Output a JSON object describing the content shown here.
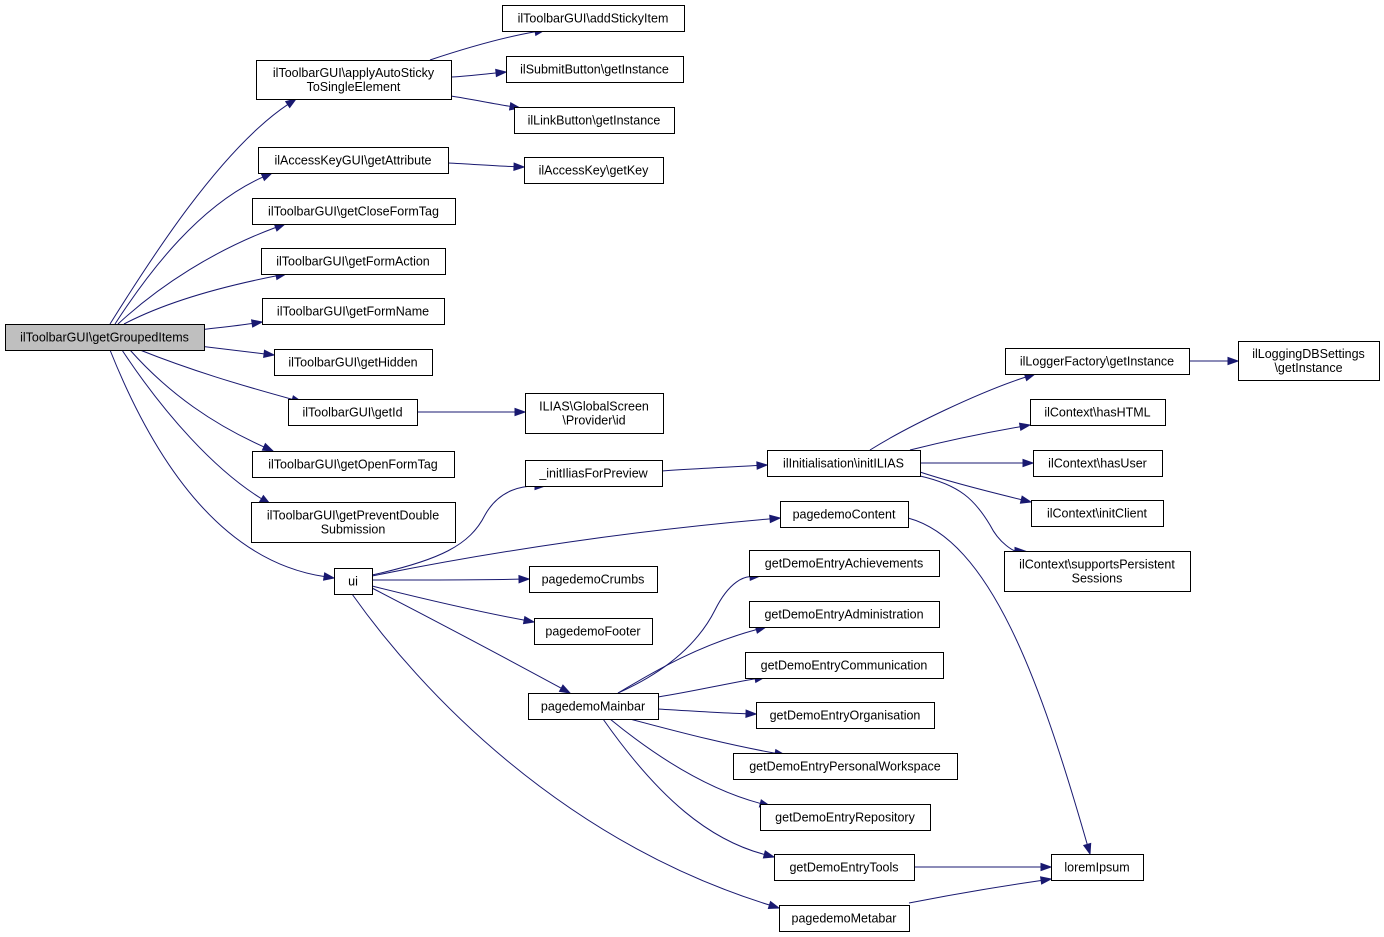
{
  "graph": {
    "nodes": [
      {
        "id": "root",
        "lines": [
          "ilToolbarGUI\\getGroupedItems"
        ]
      },
      {
        "id": "applyAutoSticky",
        "lines": [
          "ilToolbarGUI\\applyAutoSticky",
          "ToSingleElement"
        ]
      },
      {
        "id": "addStickyItem",
        "lines": [
          "ilToolbarGUI\\addStickyItem"
        ]
      },
      {
        "id": "submitButtonGetInstance",
        "lines": [
          "ilSubmitButton\\getInstance"
        ]
      },
      {
        "id": "linkButtonGetInstance",
        "lines": [
          "ilLinkButton\\getInstance"
        ]
      },
      {
        "id": "accessKeyGUIGetAttribute",
        "lines": [
          "ilAccessKeyGUI\\getAttribute"
        ]
      },
      {
        "id": "accessKeyGetKey",
        "lines": [
          "ilAccessKey\\getKey"
        ]
      },
      {
        "id": "getCloseFormTag",
        "lines": [
          "ilToolbarGUI\\getCloseFormTag"
        ]
      },
      {
        "id": "getFormAction",
        "lines": [
          "ilToolbarGUI\\getFormAction"
        ]
      },
      {
        "id": "getFormName",
        "lines": [
          "ilToolbarGUI\\getFormName"
        ]
      },
      {
        "id": "getHidden",
        "lines": [
          "ilToolbarGUI\\getHidden"
        ]
      },
      {
        "id": "getId",
        "lines": [
          "ilToolbarGUI\\getId"
        ]
      },
      {
        "id": "providerId",
        "lines": [
          "ILIAS\\GlobalScreen",
          "\\Provider\\id"
        ]
      },
      {
        "id": "getOpenFormTag",
        "lines": [
          "ilToolbarGUI\\getOpenFormTag"
        ]
      },
      {
        "id": "getPreventDouble",
        "lines": [
          "ilToolbarGUI\\getPreventDouble",
          "Submission"
        ]
      },
      {
        "id": "ui",
        "lines": [
          "ui"
        ]
      },
      {
        "id": "initIlias",
        "lines": [
          "_initIliasForPreview"
        ]
      },
      {
        "id": "initILIAS",
        "lines": [
          "ilInitialisation\\initILIAS"
        ]
      },
      {
        "id": "loggerFactory",
        "lines": [
          "ilLoggerFactory\\getInstance"
        ]
      },
      {
        "id": "loggingDB",
        "lines": [
          "ilLoggingDBSettings",
          "\\getInstance"
        ]
      },
      {
        "id": "hasHTML",
        "lines": [
          "ilContext\\hasHTML"
        ]
      },
      {
        "id": "hasUser",
        "lines": [
          "ilContext\\hasUser"
        ]
      },
      {
        "id": "initClient",
        "lines": [
          "ilContext\\initClient"
        ]
      },
      {
        "id": "supportsPersistent",
        "lines": [
          "ilContext\\supportsPersistent",
          "Sessions"
        ]
      },
      {
        "id": "pagedemoContent",
        "lines": [
          "pagedemoContent"
        ]
      },
      {
        "id": "pagedemoCrumbs",
        "lines": [
          "pagedemoCrumbs"
        ]
      },
      {
        "id": "pagedemoFooter",
        "lines": [
          "pagedemoFooter"
        ]
      },
      {
        "id": "pagedemoMainbar",
        "lines": [
          "pagedemoMainbar"
        ]
      },
      {
        "id": "achievements",
        "lines": [
          "getDemoEntryAchievements"
        ]
      },
      {
        "id": "administration",
        "lines": [
          "getDemoEntryAdministration"
        ]
      },
      {
        "id": "communication",
        "lines": [
          "getDemoEntryCommunication"
        ]
      },
      {
        "id": "organisation",
        "lines": [
          "getDemoEntryOrganisation"
        ]
      },
      {
        "id": "personalWorkspace",
        "lines": [
          "getDemoEntryPersonalWorkspace"
        ]
      },
      {
        "id": "repository",
        "lines": [
          "getDemoEntryRepository"
        ]
      },
      {
        "id": "tools",
        "lines": [
          "getDemoEntryTools"
        ]
      },
      {
        "id": "pagedemoMetabar",
        "lines": [
          "pagedemoMetabar"
        ]
      },
      {
        "id": "loremIpsum",
        "lines": [
          "loremIpsum"
        ]
      }
    ],
    "edges": [
      [
        "root",
        "applyAutoSticky"
      ],
      [
        "root",
        "accessKeyGUIGetAttribute"
      ],
      [
        "root",
        "getCloseFormTag"
      ],
      [
        "root",
        "getFormAction"
      ],
      [
        "root",
        "getFormName"
      ],
      [
        "root",
        "getHidden"
      ],
      [
        "root",
        "getId"
      ],
      [
        "root",
        "getOpenFormTag"
      ],
      [
        "root",
        "getPreventDouble"
      ],
      [
        "root",
        "ui"
      ],
      [
        "applyAutoSticky",
        "addStickyItem"
      ],
      [
        "applyAutoSticky",
        "submitButtonGetInstance"
      ],
      [
        "applyAutoSticky",
        "linkButtonGetInstance"
      ],
      [
        "accessKeyGUIGetAttribute",
        "accessKeyGetKey"
      ],
      [
        "getId",
        "providerId"
      ],
      [
        "ui",
        "initIlias"
      ],
      [
        "ui",
        "pagedemoContent"
      ],
      [
        "ui",
        "pagedemoCrumbs"
      ],
      [
        "ui",
        "pagedemoFooter"
      ],
      [
        "ui",
        "pagedemoMainbar"
      ],
      [
        "ui",
        "pagedemoMetabar"
      ],
      [
        "initIlias",
        "initILIAS"
      ],
      [
        "initILIAS",
        "loggerFactory"
      ],
      [
        "initILIAS",
        "hasHTML"
      ],
      [
        "initILIAS",
        "hasUser"
      ],
      [
        "initILIAS",
        "initClient"
      ],
      [
        "initILIAS",
        "supportsPersistent"
      ],
      [
        "loggerFactory",
        "loggingDB"
      ],
      [
        "pagedemoContent",
        "loremIpsum"
      ],
      [
        "pagedemoMainbar",
        "achievements"
      ],
      [
        "pagedemoMainbar",
        "administration"
      ],
      [
        "pagedemoMainbar",
        "communication"
      ],
      [
        "pagedemoMainbar",
        "organisation"
      ],
      [
        "pagedemoMainbar",
        "personalWorkspace"
      ],
      [
        "pagedemoMainbar",
        "repository"
      ],
      [
        "pagedemoMainbar",
        "tools"
      ],
      [
        "tools",
        "loremIpsum"
      ],
      [
        "pagedemoMetabar",
        "loremIpsum"
      ]
    ]
  }
}
